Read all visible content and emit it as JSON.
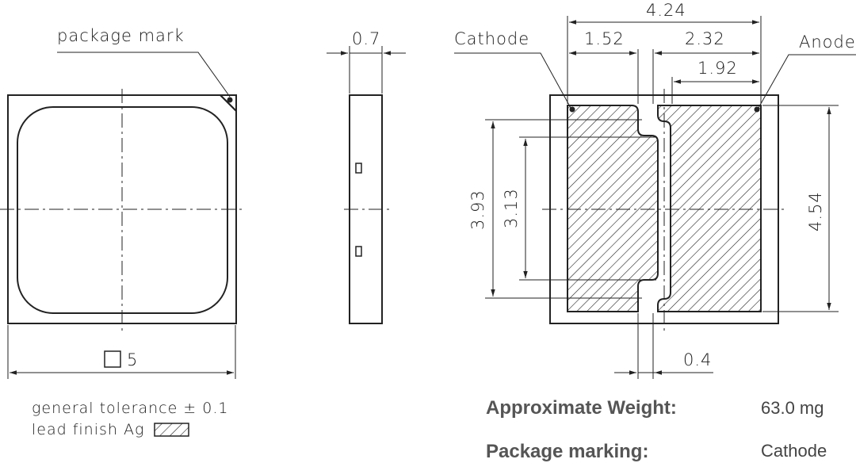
{
  "labels": {
    "package_mark": "package mark",
    "dim_top_width": "0.7",
    "cathode": "Cathode",
    "anode": "Anode",
    "dim_total": "4.24",
    "dim_cathode_pad": "1.52",
    "dim_anode_pad": "2.32",
    "dim_anode_inner": "1.92",
    "dim_393": "3.93",
    "dim_313": "3.13",
    "dim_454": "4.54",
    "dim_gap": "0.4",
    "dim_square": "5",
    "tolerance": "general tolerance ± 0.1",
    "lead_finish": "lead finish Ag"
  },
  "info": {
    "weight_label": "Approximate Weight:",
    "weight_value": "63.0 mg",
    "marking_label": "Package marking:",
    "marking_value": "Cathode"
  }
}
